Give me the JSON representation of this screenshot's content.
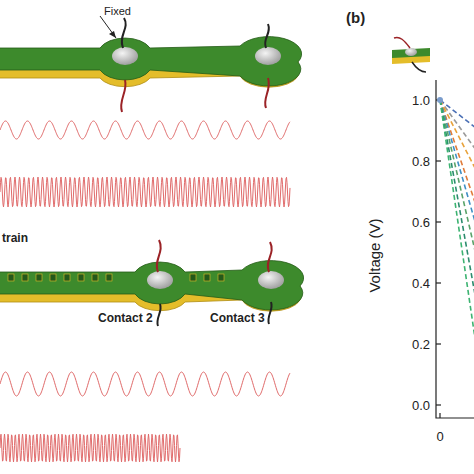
{
  "diagram": {
    "labels": [
      "Fixed",
      "(b)",
      "train",
      "Contact 2",
      "Contact 3",
      "Voltage (V)",
      "1.0",
      "0.8",
      "0.6",
      "0.4",
      "0.2",
      "0.0",
      "0"
    ]
  }
}
